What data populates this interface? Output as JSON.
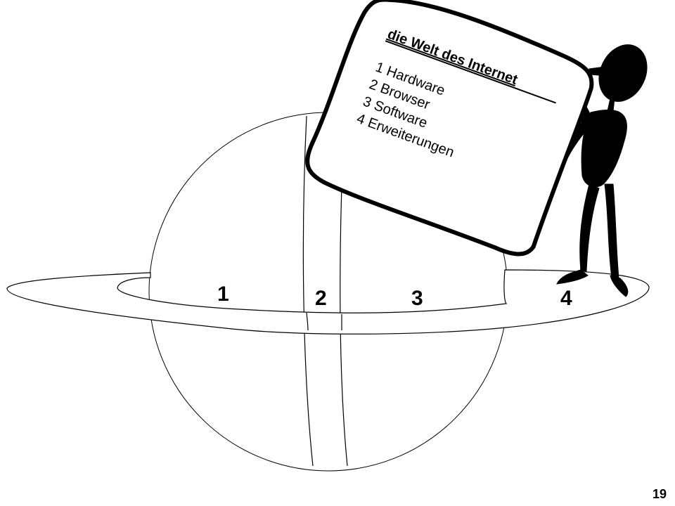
{
  "sign": {
    "title": "die Welt des Internet",
    "items": [
      "1 Hardware",
      "2 Browser",
      "3 Software",
      "4 Erweiterungen"
    ]
  },
  "regions": [
    "1",
    "2",
    "3",
    "4"
  ],
  "page_number": "19",
  "colors": {
    "stroke": "#000000",
    "fill": "#ffffff"
  }
}
